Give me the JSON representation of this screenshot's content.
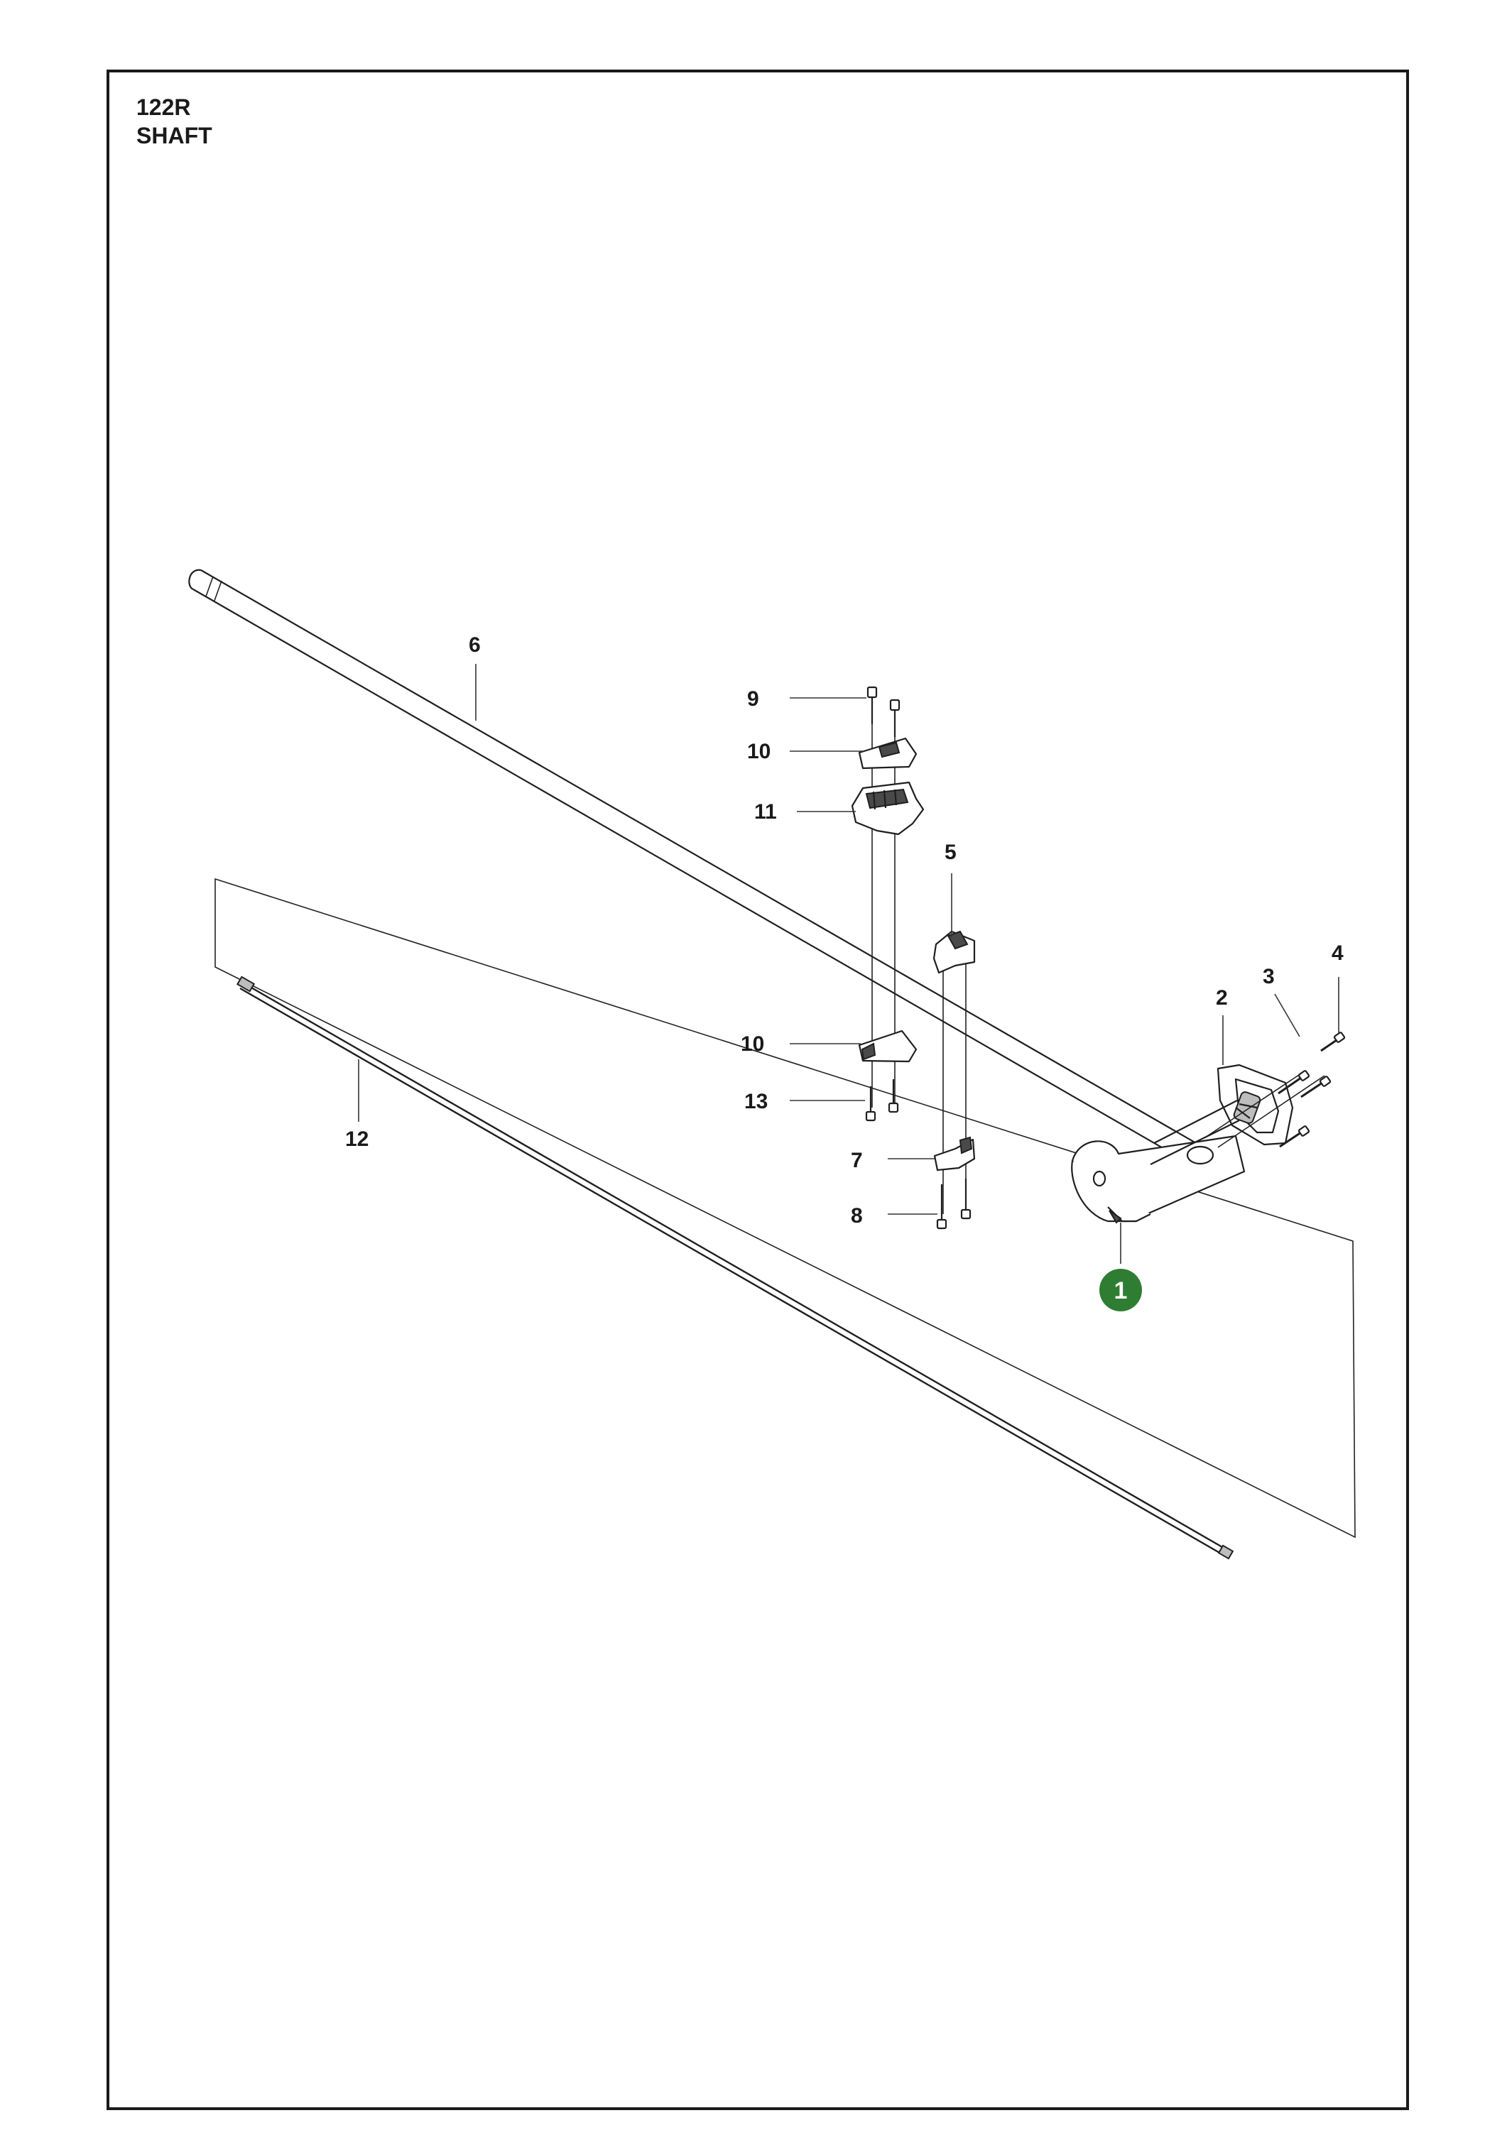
{
  "header": {
    "model": "122R",
    "section": "SHAFT"
  },
  "colors": {
    "badge_fill": "#2e7d32",
    "line": "#1a1a1a"
  },
  "callouts": {
    "c1": "1",
    "c2": "2",
    "c3": "3",
    "c4": "4",
    "c5": "5",
    "c6": "6",
    "c7": "7",
    "c8": "8",
    "c9": "9",
    "c10a": "10",
    "c10b": "10",
    "c11": "11",
    "c12": "12",
    "c13": "13"
  }
}
